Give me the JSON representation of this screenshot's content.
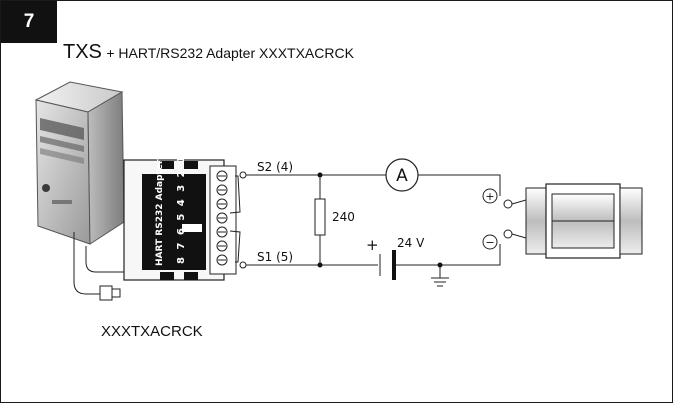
{
  "figure": {
    "step_number": "7",
    "title_main": "TXS",
    "title_rest": "+ HART/RS232 Adapter XXXTXACRCK",
    "caption": "XXXTXACRCK"
  },
  "adapter": {
    "label": "HART RS232 Adapter",
    "pin_numbers": "8 7 6 5 4 3 2 1"
  },
  "circuit": {
    "terminal_s2": "S2 (4)",
    "terminal_s1": "S1 (5)",
    "resistor_value": "240",
    "supply_voltage": "24 V",
    "battery_plus": "+",
    "ammeter_symbol": "A",
    "plus_terminal": "+",
    "minus_terminal": "−"
  }
}
